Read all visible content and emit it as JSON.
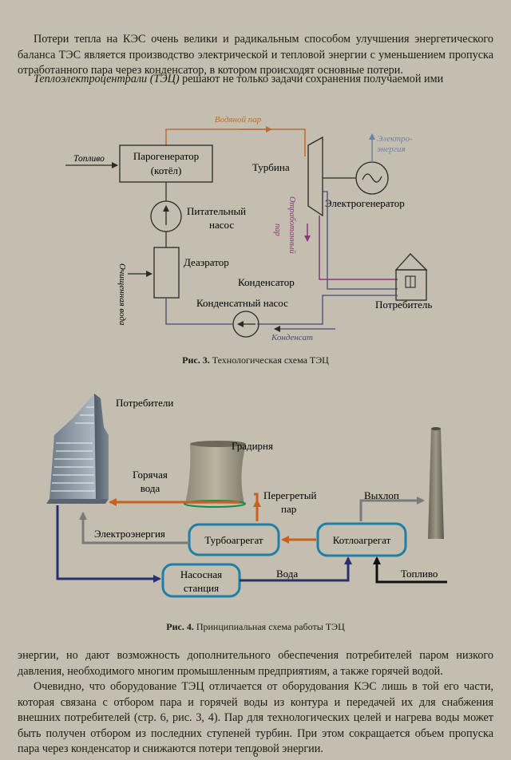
{
  "text": {
    "p1_a": "Потери тепла на КЭС очень велики и радикальным способом улучшения энергетического баланса ТЭС является производство электрической и тепловой энергии с уменьшением пропуска отработанного пара через конденсатор, в котором происходят основные потери.",
    "p2_emph": "Теплоэлектроцентрали (ТЭЦ)",
    "p2_rest": " решают не только задачи сохранения получаемой ими",
    "p3": "энергии, но дают возможность дополнительного обеспечения потребителей паром низкого давления, необходимого многим промышленным предприятиям, а также горячей водой.",
    "p4": "Очевидно, что оборудование ТЭЦ отличается от оборудования КЭС лишь в той его части, которая связана с отбором пара и горячей воды из контура и передачей их для снабжения внешних потребителей (стр. 6, рис. 3, 4). Пар для технологических целей и нагрева воды может быть получен отбором из последних ступеней турбин. При этом сокращается объем пропуска пара через конденсатор и снижаются потери тепловой энергии.",
    "page_number": "6"
  },
  "figure3": {
    "caption_label": "Рис. 3.",
    "caption_text": " Технологическая схема ТЭЦ",
    "labels": {
      "steam_water": "Водяной пар",
      "fuel": "Топливо",
      "steam_generator_1": "Парогенератор",
      "steam_generator_2": "(котёл)",
      "turbine": "Турбина",
      "electric_energy_1": "Электро-",
      "electric_energy_2": "энергия",
      "generator": "Электрогенератор",
      "feed_pump_1": "Питательный",
      "feed_pump_2": "насос",
      "exhaust_steam_1": "Отработанный",
      "exhaust_steam_2": "пар",
      "deaerator": "Деаэратор",
      "purified_water": "Очищенная вода",
      "condenser": "Конденсатор",
      "condensate_pump": "Конденсатный насос",
      "consumer": "Потребитель",
      "condensate": "Конденсат"
    },
    "colors": {
      "steam": "#c06a2e",
      "electric": "#6d82a8",
      "exhaust": "#8a3a78",
      "water": "#4a4a7a",
      "line": "#2a2a2a"
    }
  },
  "figure4": {
    "caption_label": "Рис. 4.",
    "caption_text": " Принципиальная схема работы ТЭЦ",
    "labels": {
      "consumers": "Потребители",
      "cooling_tower": "Градирня",
      "hot_water_1": "Горячая",
      "hot_water_2": "вода",
      "superheated_steam_1": "Перегретый",
      "superheated_steam_2": "пар",
      "exhaust": "Выхлоп",
      "electricity": "Электроэнергия",
      "turbine_unit": "Турбоагрегат",
      "boiler_unit": "Котлоагрегат",
      "water": "Вода",
      "pump_station_1": "Насосная",
      "pump_station_2": "станция",
      "fuel": "Топливо"
    },
    "colors": {
      "hot": "#c8611e",
      "electric": "#7a7a7a",
      "water": "#27306e",
      "box_border": "#1f7fa6",
      "fuel": "#111111"
    }
  }
}
